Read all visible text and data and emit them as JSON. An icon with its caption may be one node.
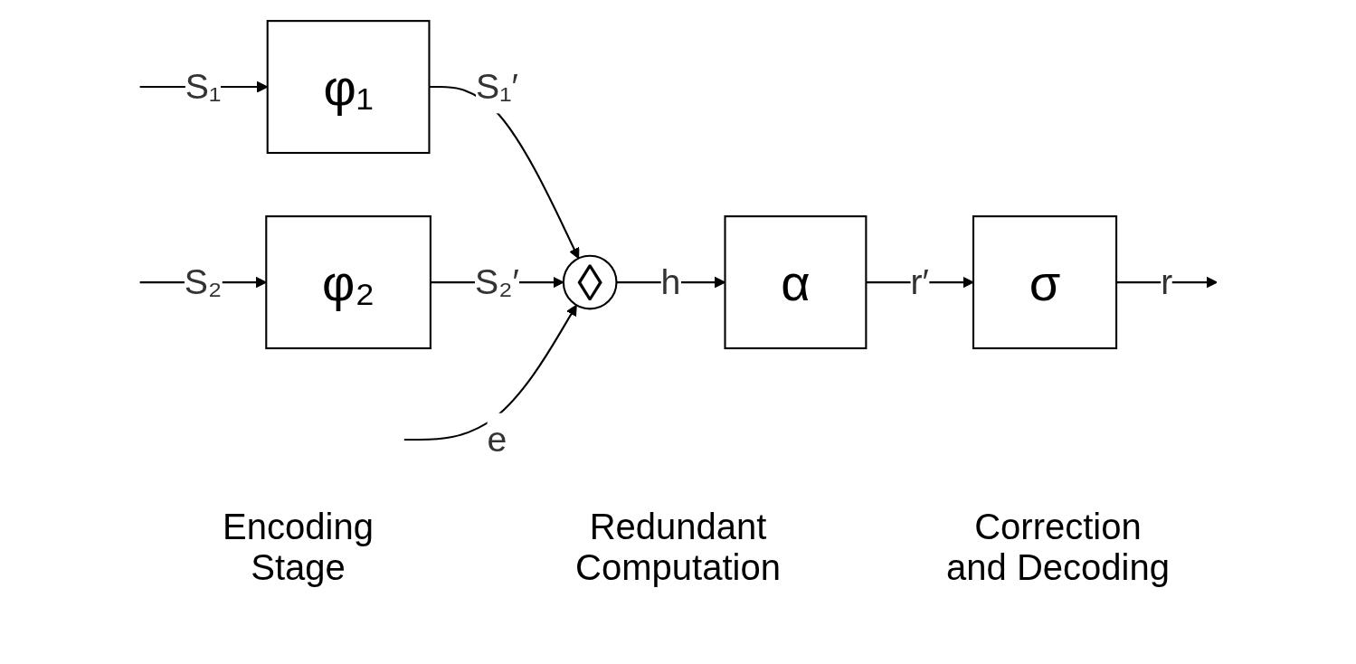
{
  "diagram": {
    "nodes": [
      {
        "text": [
          "φ₁"
        ]
      },
      {
        "text": [
          "φ₂"
        ]
      },
      {
        "text": [
          "◊"
        ]
      },
      {
        "text": [
          "α"
        ]
      },
      {
        "text": [
          "σ"
        ]
      }
    ],
    "edges": [
      {
        "from": null,
        "to": 0,
        "arrow": "to",
        "label": "S₁"
      },
      {
        "from": null,
        "to": 1,
        "arrow": "to",
        "label": "S₂"
      },
      {
        "from": 0,
        "to": 2,
        "arrow": "to",
        "label": "S₁′"
      },
      {
        "from": 1,
        "to": 2,
        "arrow": "to",
        "label": "S₂′"
      },
      {
        "from": null,
        "to": 2,
        "arrow": "to",
        "label": "e"
      },
      {
        "from": 2,
        "to": 3,
        "arrow": "to",
        "label": "h"
      },
      {
        "from": 3,
        "to": 4,
        "arrow": "to",
        "label": "r′"
      },
      {
        "from": 4,
        "to": null,
        "arrow": "to",
        "label": "r"
      }
    ],
    "labels": [
      "Encoding Stage",
      "Redundant Computation",
      "Correction and Decoding"
    ]
  }
}
